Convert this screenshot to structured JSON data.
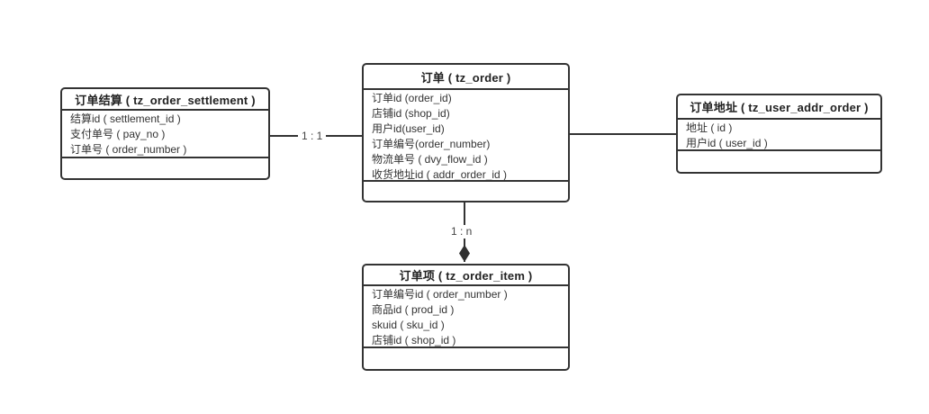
{
  "diagram": {
    "entities": {
      "settlement": {
        "title": "订单结算 ( tz_order_settlement )",
        "fields": [
          "结算id ( settlement_id )",
          "支付单号 ( pay_no )",
          "订单号 ( order_number )"
        ]
      },
      "order": {
        "title": "订单 ( tz_order )",
        "fields": [
          "订单id (order_id)",
          "店铺id (shop_id)",
          "用户id(user_id)",
          "订单编号(order_number)",
          "物流单号 ( dvy_flow_id )",
          "收货地址id ( addr_order_id )"
        ]
      },
      "address": {
        "title": "订单地址 ( tz_user_addr_order )",
        "fields": [
          "地址 ( id )",
          "用户id ( user_id )"
        ]
      },
      "item": {
        "title": "订单项 ( tz_order_item )",
        "fields": [
          "订单编号id ( order_number )",
          "商品id ( prod_id )",
          "skuid ( sku_id )",
          "店铺id ( shop_id )"
        ]
      }
    },
    "relations": {
      "settlement_order_label": "1 : 1",
      "order_item_label": "1 : n"
    },
    "colors": {
      "line": "#333333",
      "text": "#333333",
      "label_text": "#444444",
      "background": "#ffffff"
    }
  }
}
